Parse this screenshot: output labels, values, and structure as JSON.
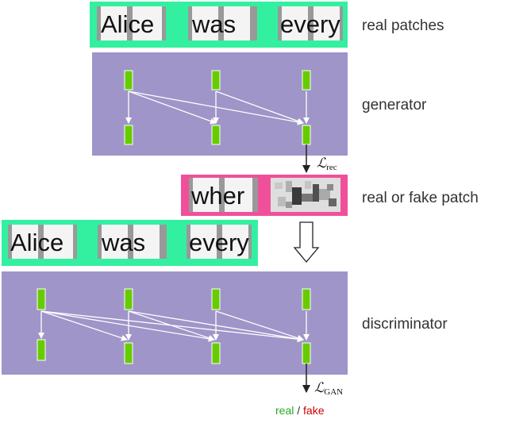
{
  "colors": {
    "real_border": "#33f0a0",
    "fake_border": "#f0509a",
    "panel": "#9f95c8",
    "node": "#66cc00",
    "real_text": "#22aa22",
    "fake_text": "#cc0000"
  },
  "labels": {
    "real_patches": "real patches",
    "generator": "generator",
    "real_or_fake_patch": "real or fake patch",
    "discriminator": "discriminator"
  },
  "top_words": [
    "Alice",
    "was",
    "every"
  ],
  "middle_word": "wher",
  "bottom_words": [
    "Alice",
    "was",
    "every"
  ],
  "loss_rec": {
    "symbol": "ℒ",
    "sub": "rec"
  },
  "loss_gan": {
    "symbol": "ℒ",
    "sub": "GAN"
  },
  "footer": {
    "real": "real",
    "sep": " / ",
    "fake": "fake"
  }
}
